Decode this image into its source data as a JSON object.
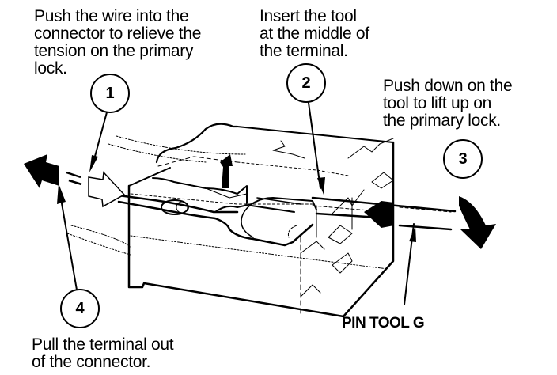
{
  "steps": [
    {
      "number": "1",
      "text": "Push the wire into the\nconnector to relieve the\ntension on the primary\nlock."
    },
    {
      "number": "2",
      "text": "Insert the tool\nat the middle of\nthe terminal."
    },
    {
      "number": "3",
      "text": "Push down on the\ntool to lift up on\nthe primary lock."
    },
    {
      "number": "4",
      "text": "Pull the terminal out\nof the connector."
    }
  ],
  "tool_label": "PIN TOOL G"
}
